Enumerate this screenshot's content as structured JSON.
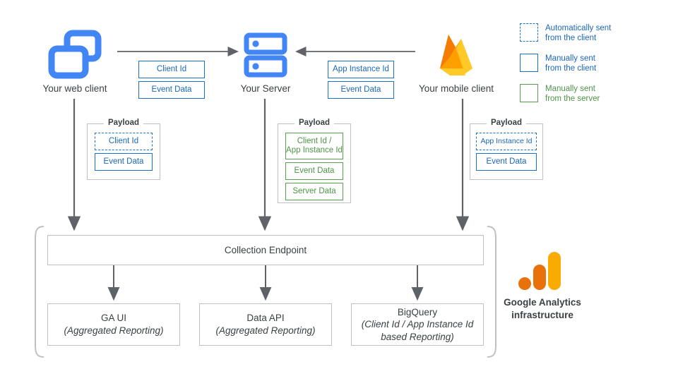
{
  "diagram": {
    "title": "Google Analytics data collection architecture",
    "colors": {
      "blue": "#1a73c8",
      "blue_text": "#1967bd",
      "green": "#5a9e52",
      "green_text": "#4e9447",
      "grey_line": "#bdc1c6",
      "arrow": "#5f6368",
      "icon_blue": "#4285f4",
      "firebase_amber": "#ffa000",
      "firebase_yellow": "#ffca28",
      "firebase_orange": "#f57c00",
      "ga_orange": "#e8710a",
      "ga_yellow": "#f9ab00"
    },
    "nodes": {
      "web_client": {
        "label": "Your web client",
        "icon": "browser-windows-icon"
      },
      "server": {
        "label": "Your Server",
        "icon": "server-racks-icon"
      },
      "mobile_client": {
        "label": "Your mobile client",
        "icon": "firebase-flame-icon"
      }
    },
    "transfers": {
      "web_to_server": {
        "chips": [
          "Client Id",
          "Event Data"
        ],
        "direction": "right"
      },
      "mobile_to_server": {
        "chips": [
          "App Instance Id",
          "Event Data"
        ],
        "direction": "left"
      }
    },
    "payloads": [
      {
        "title": "Payload",
        "items": [
          {
            "label": "Client Id",
            "style": "blue-dash"
          },
          {
            "label": "Event Data",
            "style": "blue"
          }
        ]
      },
      {
        "title": "Payload",
        "items": [
          {
            "label": "Client Id /\nApp Instance Id",
            "style": "green"
          },
          {
            "label": "Event Data",
            "style": "green"
          },
          {
            "label": "Server Data",
            "style": "green"
          }
        ]
      },
      {
        "title": "Payload",
        "items": [
          {
            "label": "App Instance Id",
            "style": "blue-dash"
          },
          {
            "label": "Event Data",
            "style": "blue"
          }
        ]
      }
    ],
    "legend": {
      "items": [
        {
          "swatch": "dash",
          "line1": "Automatically sent",
          "line2": "from the client"
        },
        {
          "swatch": "solid-blue",
          "line1": "Manually sent",
          "line2": "from the client"
        },
        {
          "swatch": "solid-green",
          "line1": "Manually sent",
          "line2": "from the server"
        }
      ]
    },
    "infrastructure": {
      "endpoint": {
        "label": "Collection Endpoint"
      },
      "outputs": [
        {
          "title": "GA UI",
          "subtitle": "(Aggregated Reporting)"
        },
        {
          "title": "Data API",
          "subtitle": "(Aggregated Reporting)"
        },
        {
          "title": "BigQuery",
          "subtitle": "(Client Id / App Instance Id\nbased Reporting)"
        }
      ],
      "caption_line1": "Google Analytics",
      "caption_line2": "infrastructure",
      "logo": "google-analytics-bars-icon"
    }
  }
}
